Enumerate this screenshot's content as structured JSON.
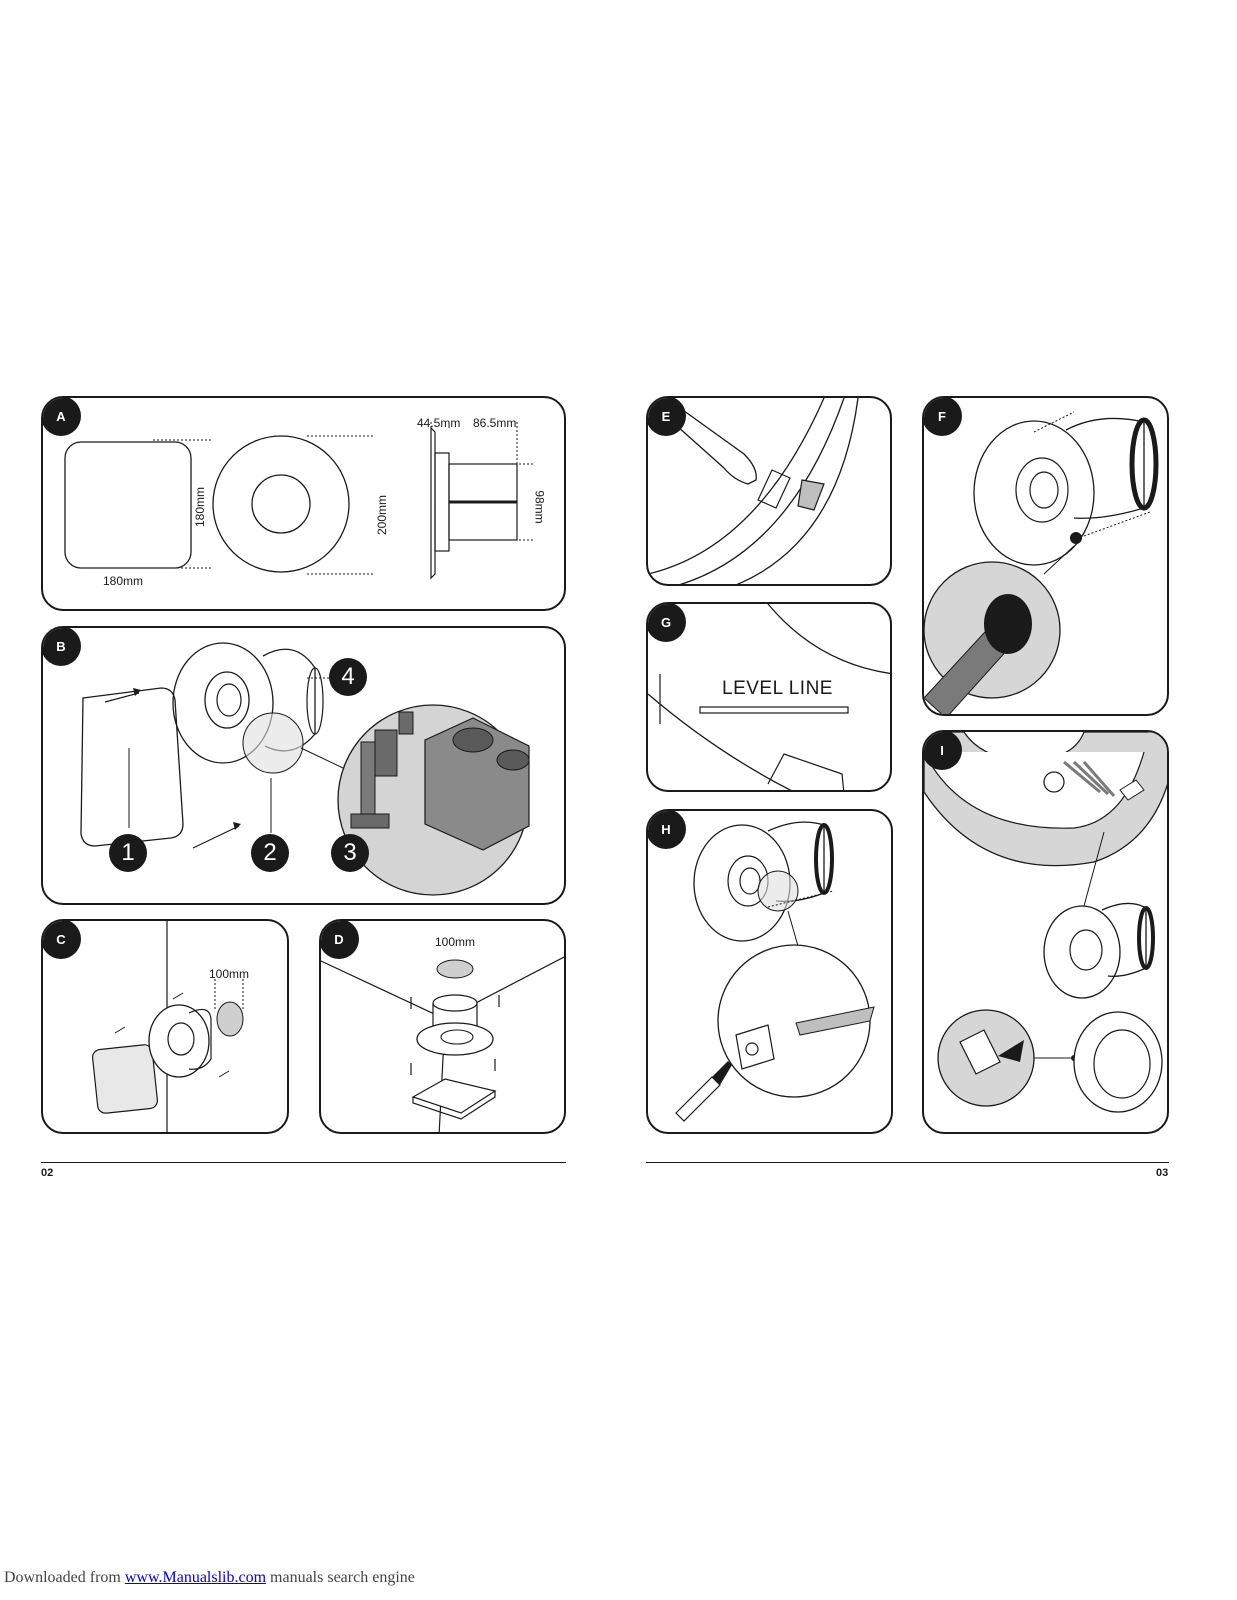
{
  "panels": {
    "a": {
      "badge": "A",
      "dim_width": "180mm",
      "dim_height": "180mm",
      "dim_diameter": "200mm",
      "dim_depth1": "44.5mm",
      "dim_depth2": "86.5mm",
      "dim_duct": "98mm"
    },
    "b": {
      "badge": "B",
      "n1": "1",
      "n2": "2",
      "n3": "3",
      "n4": "4"
    },
    "c": {
      "badge": "C",
      "dim_hole": "100mm"
    },
    "d": {
      "badge": "D",
      "dim_hole": "100mm"
    },
    "e": {
      "badge": "E"
    },
    "f": {
      "badge": "F"
    },
    "g": {
      "badge": "G",
      "level_line": "LEVEL LINE"
    },
    "h": {
      "badge": "H"
    },
    "i": {
      "badge": "I"
    }
  },
  "pages": {
    "left": "02",
    "right": "03"
  },
  "footer": {
    "prefix": "Downloaded from ",
    "link": "www.Manualslib.com",
    "suffix": " manuals search engine"
  }
}
